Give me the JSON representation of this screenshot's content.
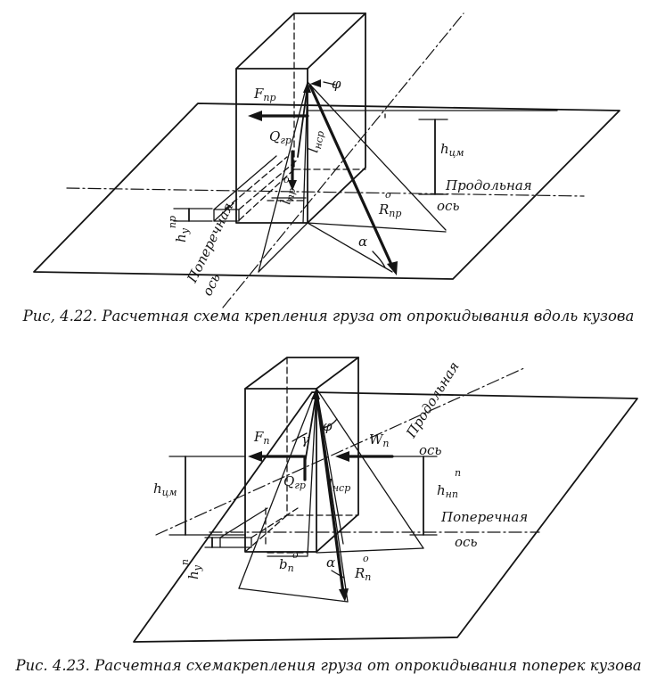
{
  "figure_1": {
    "caption": "Рис, 4.22. Расчетная схема крепления груза от опрокидывания вдоль кузова",
    "labels": {
      "force_inertia": "F",
      "force_inertia_sub": "пр",
      "phi": "φ",
      "q_cargo": "Q",
      "q_cargo_sub": "гр",
      "l_ncr": "l",
      "l_ncr_sub": "нср",
      "h_cm": "h",
      "h_cm_sub": "цм",
      "l_pr": "l",
      "l_pr_sub": "пр",
      "l_pr_sup": "о",
      "h_y": "h",
      "h_y_sub": "y",
      "h_y_sup": "пр",
      "r_pr": "R",
      "r_pr_sub": "пр",
      "r_pr_sup": "о",
      "alpha": "α",
      "longitudinal": "Продольная",
      "axis_longitudinal": "ось",
      "transverse": "Поперечная",
      "axis_transverse": "ось"
    }
  },
  "figure_2": {
    "caption": "Рис. 4.23. Расчетная схемакрепления груза от опрокидывания поперек кузова",
    "labels": {
      "force_inertia": "F",
      "force_inertia_sub": "п",
      "gamma": "γ",
      "phi": "φ",
      "wind": "W",
      "wind_sub": "п",
      "longitudinal": "Продольная",
      "axis_longitudinal": "ось",
      "h_cm": "h",
      "h_cm_sub": "цм",
      "q_cargo": "Q",
      "q_cargo_sub": "гр",
      "l_ncr": "l",
      "l_ncr_sub": "нср",
      "h_np": "h",
      "h_np_sub": "нп",
      "h_np_sup": "п",
      "transverse": "Поперечная",
      "axis_transverse": "ось",
      "h_y": "h",
      "h_y_sub": "y",
      "h_y_sup": "п",
      "b_n": "b",
      "b_n_sub": "п",
      "b_n_sup": "о",
      "alpha": "α",
      "r_n": "R",
      "r_n_sub": "п",
      "r_n_sup": "о"
    }
  }
}
